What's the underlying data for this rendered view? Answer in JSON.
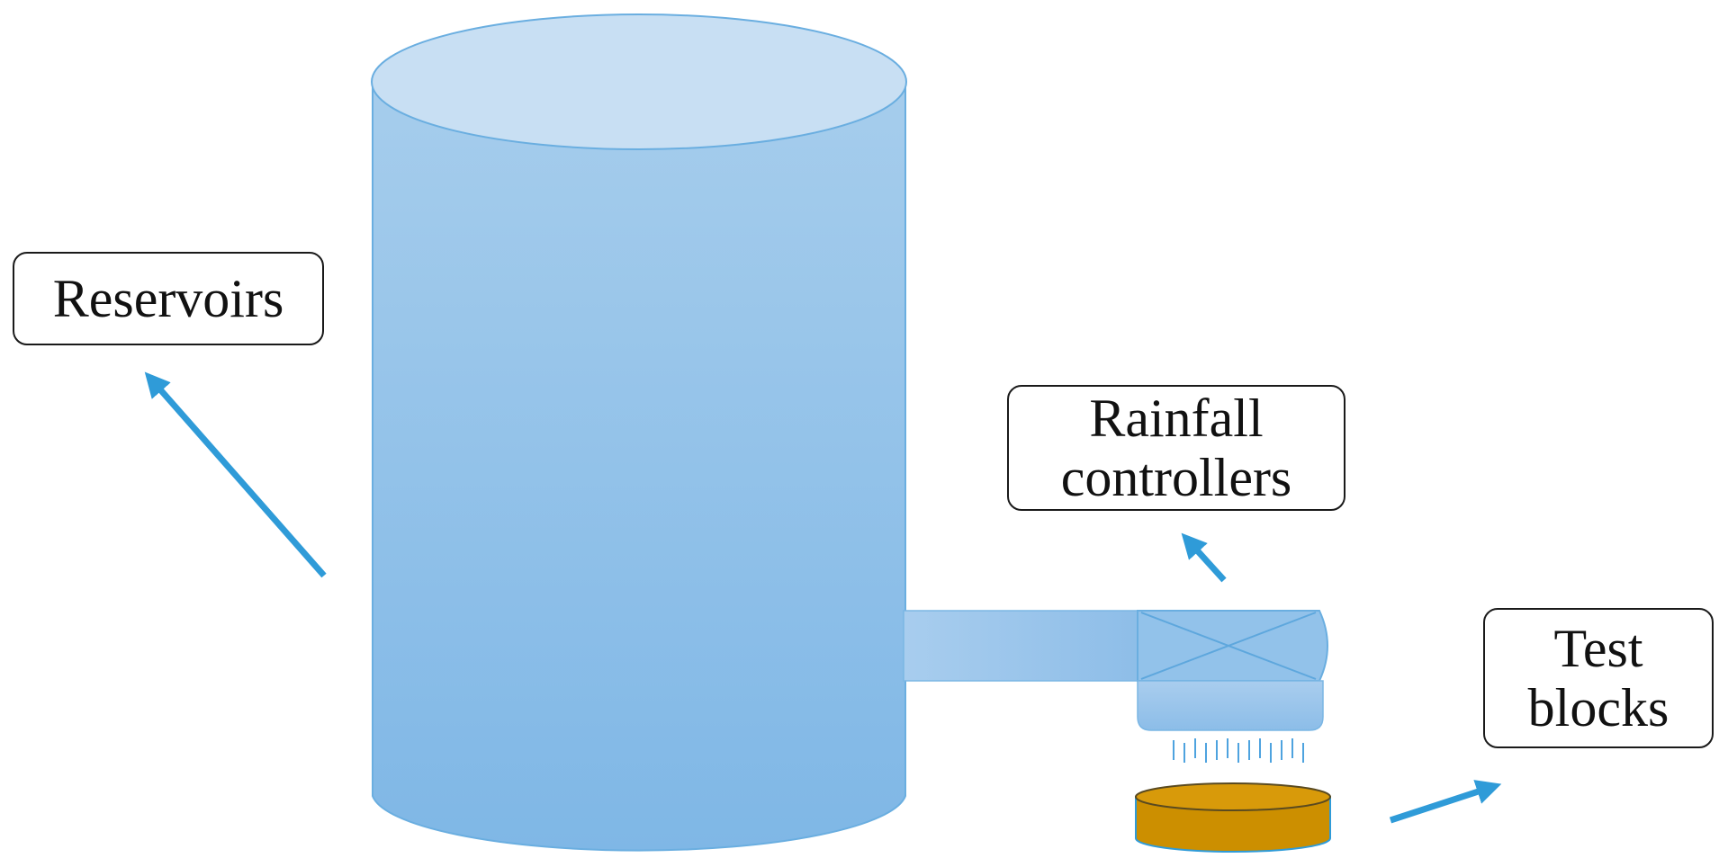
{
  "labels": {
    "reservoirs": "Reservoirs",
    "rainfall_line1": "Rainfall",
    "rainfall_line2": "controllers",
    "test_line1": "Test",
    "test_line2": "blocks"
  },
  "colors": {
    "tank_body": "#8fbfe6",
    "tank_top": "#c8dff3",
    "tank_edge": "#6aaee0",
    "pipe": "#9dc6ea",
    "arrow": "#2f9bd8",
    "test_block": "#cc8f00",
    "test_block_edge": "#2f9bd8",
    "box_border": "#1a1a1a"
  }
}
